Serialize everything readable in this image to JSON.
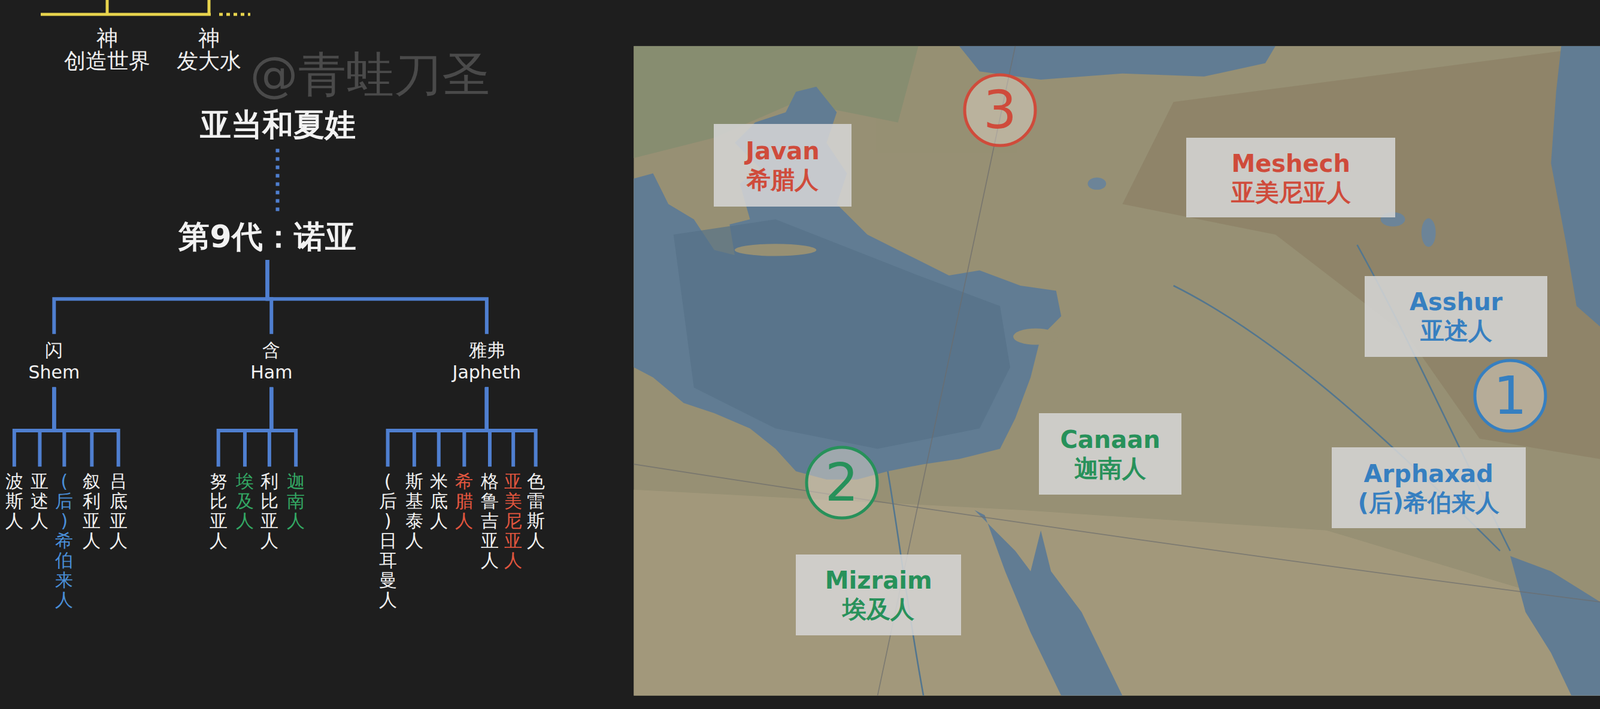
{
  "diagram": {
    "nodes": [
      {
        "text": [
          "亚当和夏娃"
        ]
      },
      {
        "text": [
          "第9代：诺亚"
        ]
      },
      {
        "text": [
          "闪",
          "Shem"
        ]
      },
      {
        "text": [
          "含",
          "Ham"
        ]
      },
      {
        "text": [
          "雅弗",
          "Japheth"
        ]
      },
      {
        "text": [
          "波斯人"
        ]
      },
      {
        "text": [
          "亚述人"
        ]
      },
      {
        "text": [
          "(后)希伯来人"
        ]
      },
      {
        "text": [
          "叙利亚人"
        ]
      },
      {
        "text": [
          "吕底亚人"
        ]
      },
      {
        "text": [
          "努比亚人"
        ]
      },
      {
        "text": [
          "埃及人"
        ]
      },
      {
        "text": [
          "利比亚人"
        ]
      },
      {
        "text": [
          "迦南人"
        ]
      },
      {
        "text": [
          "(后)日耳曼人"
        ]
      },
      {
        "text": [
          "斯基泰人"
        ]
      },
      {
        "text": [
          "米底人"
        ]
      },
      {
        "text": [
          "希腊人"
        ]
      },
      {
        "text": [
          "格鲁吉亚人"
        ]
      },
      {
        "text": [
          "亚美尼亚人"
        ]
      },
      {
        "text": [
          "色雷斯人"
        ]
      },
      {
        "text": [
          "3"
        ]
      },
      {
        "text": [
          "Javan",
          "希腊人"
        ]
      },
      {
        "text": [
          "Meshech",
          "亚美尼亚人"
        ]
      },
      {
        "text": [
          "Asshur",
          "亚述人"
        ]
      },
      {
        "text": [
          "1"
        ]
      },
      {
        "text": [
          "Canaan",
          "迦南人"
        ]
      },
      {
        "text": [
          "2"
        ]
      },
      {
        "text": [
          "Arphaxad",
          "(后)希伯来人"
        ]
      },
      {
        "text": [
          "Mizraim",
          "埃及人"
        ]
      }
    ],
    "edges": [
      {
        "from": 0,
        "to": 1,
        "arrow": "none"
      },
      {
        "from": 1,
        "to": 2,
        "arrow": "none"
      },
      {
        "from": 1,
        "to": 3,
        "arrow": "none"
      },
      {
        "from": 1,
        "to": 4,
        "arrow": "none"
      },
      {
        "from": 2,
        "to": 5,
        "arrow": "none"
      },
      {
        "from": 2,
        "to": 6,
        "arrow": "none"
      },
      {
        "from": 2,
        "to": 7,
        "arrow": "none"
      },
      {
        "from": 2,
        "to": 8,
        "arrow": "none"
      },
      {
        "from": 2,
        "to": 9,
        "arrow": "none"
      },
      {
        "from": 3,
        "to": 10,
        "arrow": "none"
      },
      {
        "from": 3,
        "to": 11,
        "arrow": "none"
      },
      {
        "from": 3,
        "to": 12,
        "arrow": "none"
      },
      {
        "from": 3,
        "to": 13,
        "arrow": "none"
      },
      {
        "from": 4,
        "to": 14,
        "arrow": "none"
      },
      {
        "from": 4,
        "to": 15,
        "arrow": "none"
      },
      {
        "from": 4,
        "to": 16,
        "arrow": "none"
      },
      {
        "from": 4,
        "to": 17,
        "arrow": "none"
      },
      {
        "from": 4,
        "to": 18,
        "arrow": "none"
      },
      {
        "from": 4,
        "to": 19,
        "arrow": "none"
      },
      {
        "from": 4,
        "to": 20,
        "arrow": "none"
      }
    ],
    "labels": [
      "神",
      "创造世界",
      "神",
      "发大水",
      "@青蛙刀圣"
    ]
  }
}
